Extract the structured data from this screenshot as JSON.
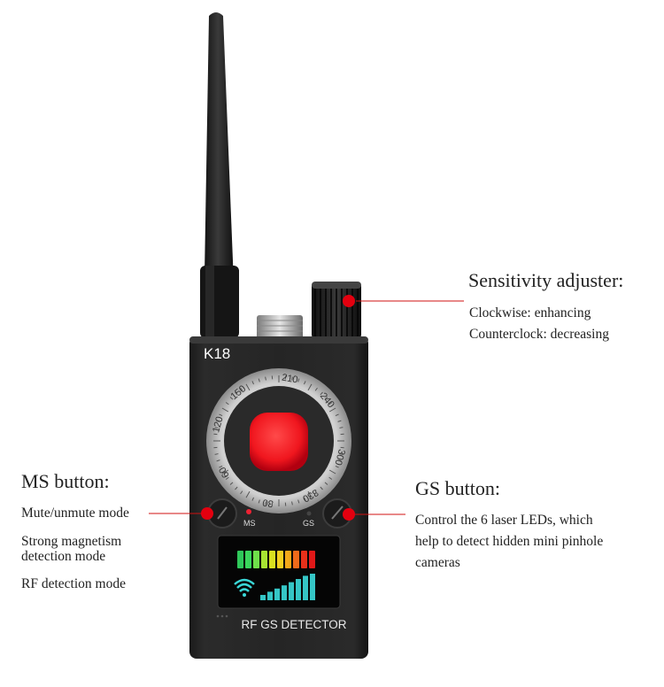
{
  "device": {
    "model": "K18",
    "front_label": "RF GS DETECTOR",
    "ms_label": "MS",
    "gs_label": "GS",
    "dial_numbers": [
      "30",
      "60",
      "120",
      "150",
      "210",
      "240",
      "300",
      "330"
    ],
    "led_bar_colors": [
      "#2fc85a",
      "#3ad65c",
      "#6fe04a",
      "#a8e432",
      "#d9e020",
      "#f2d020",
      "#f2a81a",
      "#ef6a1a",
      "#e8301a",
      "#e01818"
    ],
    "signal_bar_heights": [
      0.2,
      0.32,
      0.44,
      0.56,
      0.68,
      0.8,
      0.92,
      1.0
    ],
    "accent_color": "#e3000f"
  },
  "callouts": {
    "sensitivity": {
      "title": "Sensitivity adjuster:",
      "lines": [
        "Clockwise: enhancing",
        "Counterclock: decreasing"
      ]
    },
    "ms": {
      "title": "MS button:",
      "lines": [
        "Mute/unmute mode",
        "Strong magnetism",
        "detection mode",
        "RF detection mode"
      ]
    },
    "gs": {
      "title": "GS button:",
      "lines": [
        "Control the 6 laser LEDs, which",
        "help to detect hidden mini pinhole",
        "cameras"
      ]
    }
  }
}
